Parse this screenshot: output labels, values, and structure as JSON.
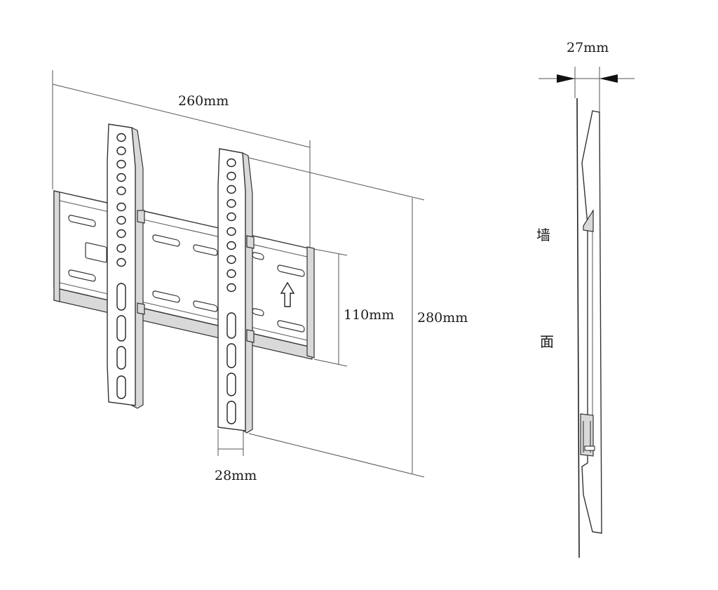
{
  "labels": {
    "width_260": "260mm",
    "height_280": "280mm",
    "spacing_110": "110mm",
    "arm_28": "28mm",
    "depth_27": "27mm",
    "wall_char_1": "墙",
    "wall_char_2": "面"
  },
  "icons": {
    "up_arrow": "up-arrow-icon"
  }
}
